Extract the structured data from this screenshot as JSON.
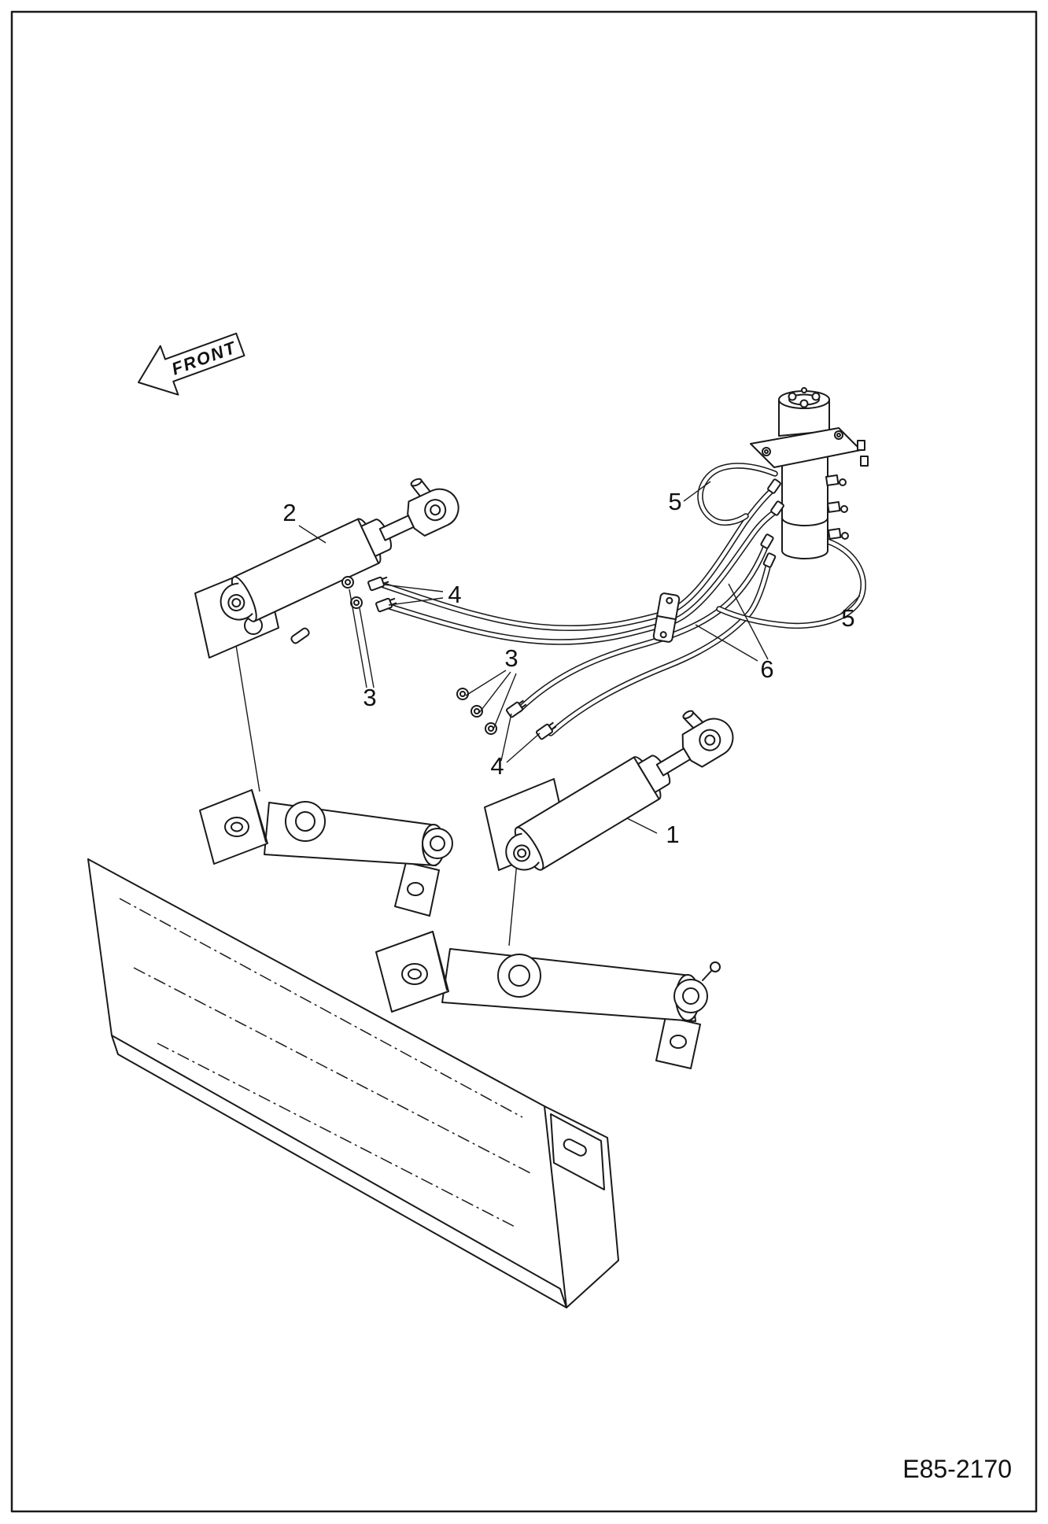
{
  "figure": {
    "front_label": "FRONT",
    "code": "E85-2170",
    "line_color": "#1a1a1a",
    "background": "#ffffff"
  },
  "callouts": [
    {
      "label": "2"
    },
    {
      "label": "4"
    },
    {
      "label": "3"
    },
    {
      "label": "5"
    },
    {
      "label": "5"
    },
    {
      "label": "6"
    },
    {
      "label": "3"
    },
    {
      "label": "4"
    },
    {
      "label": "1"
    }
  ]
}
